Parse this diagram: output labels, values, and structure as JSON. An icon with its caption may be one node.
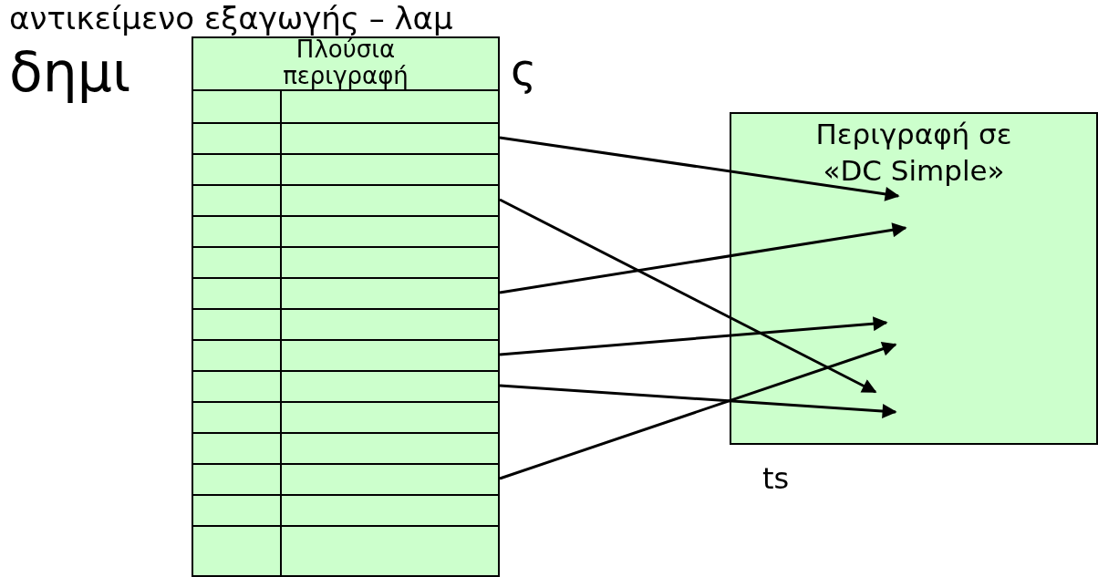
{
  "diagram": {
    "nodes": [
      {
        "text": [
          "Πλούσια περιγραφή"
        ]
      },
      {
        "text": [],
        "shape": "box",
        "in": 0
      },
      {
        "text": [],
        "shape": "box",
        "in": 0
      },
      {
        "text": [],
        "shape": "box",
        "in": 0
      },
      {
        "text": [],
        "shape": "box",
        "in": 0
      },
      {
        "text": [],
        "shape": "box",
        "in": 0
      },
      {
        "text": [],
        "shape": "box",
        "in": 0
      },
      {
        "text": [],
        "shape": "box",
        "in": 0
      },
      {
        "text": [],
        "shape": "box",
        "in": 0
      },
      {
        "text": [],
        "shape": "box",
        "in": 0
      },
      {
        "text": [],
        "shape": "box",
        "in": 0
      },
      {
        "text": [],
        "shape": "box",
        "in": 0
      },
      {
        "text": [],
        "shape": "box",
        "in": 0
      },
      {
        "text": [],
        "shape": "box",
        "in": 0
      },
      {
        "text": [],
        "shape": "box",
        "in": 0
      },
      {
        "text": [
          "Περιγραφή σε «DC Simple»"
        ]
      }
    ],
    "edges": [
      {
        "from": 2,
        "to": 15,
        "arrow": "to"
      },
      {
        "from": 4,
        "to": 15,
        "arrow": "to"
      },
      {
        "from": 7,
        "to": 15,
        "arrow": "to"
      },
      {
        "from": 9,
        "to": 15,
        "arrow": "to"
      },
      {
        "from": 10,
        "to": 15,
        "arrow": "to"
      },
      {
        "from": 13,
        "to": 15,
        "arrow": "to"
      }
    ],
    "labels": [
      "αντικείμενο εξαγωγής – λαμ",
      "δημι",
      "ς",
      "ts"
    ]
  }
}
